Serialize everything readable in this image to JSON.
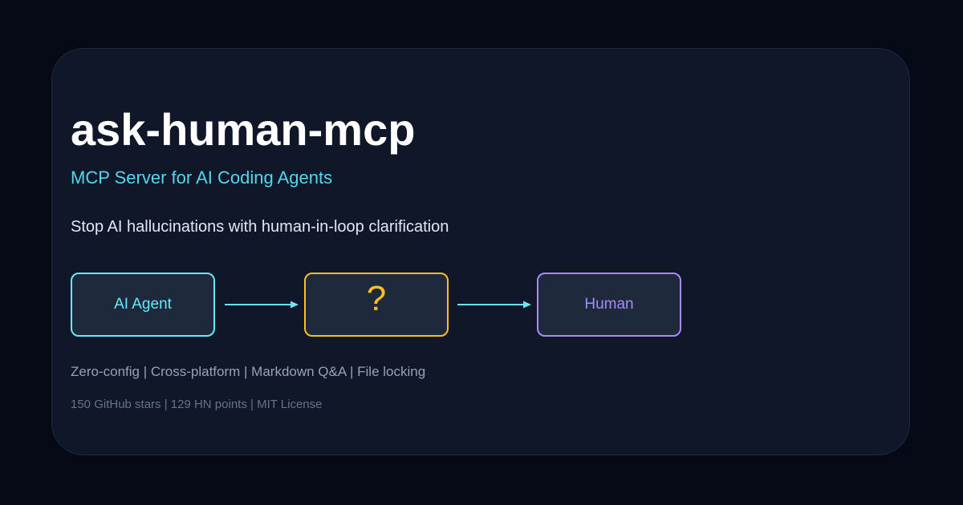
{
  "title": "ask-human-mcp",
  "subtitle": "MCP Server for AI Coding Agents",
  "tagline": "Stop AI hallucinations with human-in-loop clarification",
  "diagram": {
    "nodes": [
      {
        "label": "AI Agent",
        "color": "#67e8f9"
      },
      {
        "label": "?",
        "color": "#fbbf24"
      },
      {
        "label": "Human",
        "color": "#a78bfa"
      }
    ],
    "arrow_color": "#67e8f9",
    "arrow_icon": "right-arrow-icon"
  },
  "features": "Zero-config | Cross-platform | Markdown Q&A | File locking",
  "stats": "150 GitHub stars | 129 HN points | MIT License",
  "colors": {
    "background": "#060a16",
    "card": "#0f1729",
    "title": "#ffffff",
    "accent": "#56d6ec"
  }
}
